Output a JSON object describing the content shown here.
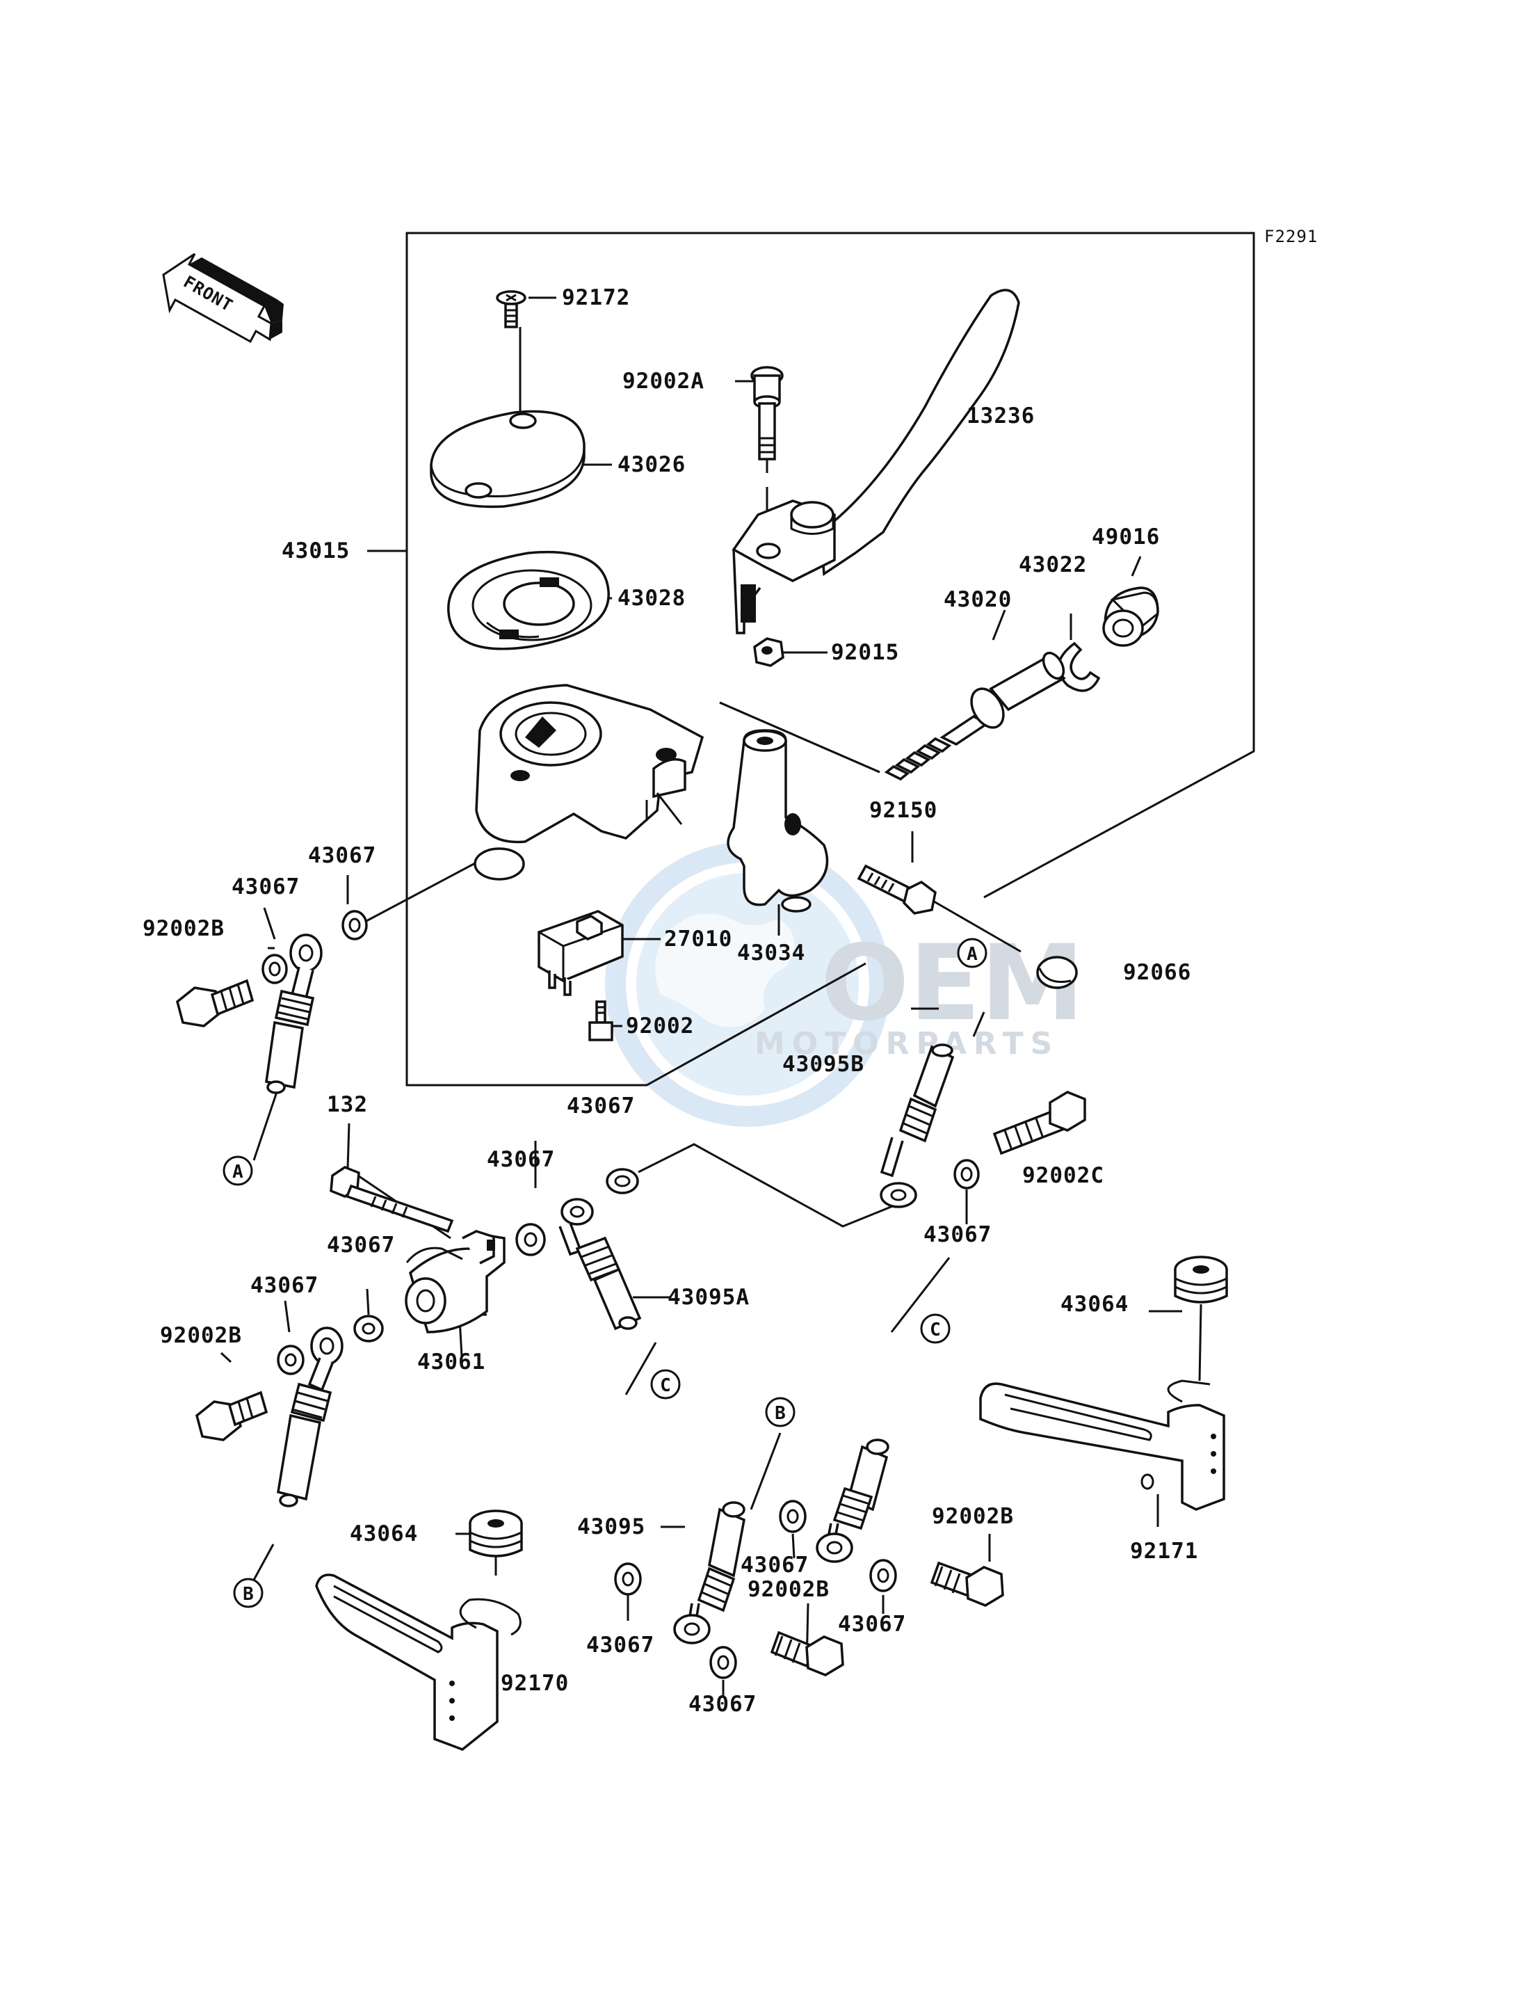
{
  "figure_code": "F2291",
  "front_label": "FRONT",
  "watermark": {
    "big": "OEM",
    "small": "MOTORPARTS"
  },
  "callouts": {
    "p92172": "92172",
    "p92002A": "92002A",
    "p13236": "13236",
    "p43026": "43026",
    "p43015": "43015",
    "p43028": "43028",
    "p49016": "49016",
    "p43022": "43022",
    "p43020": "43020",
    "p92015": "92015",
    "p92150": "92150",
    "p43067_a": "43067",
    "p43067_b": "43067",
    "p92002B_a": "92002B",
    "p27010": "27010",
    "p43034": "43034",
    "p92066": "92066",
    "p92002": "92002",
    "p43095B": "43095B",
    "p132": "132",
    "p43067_c": "43067",
    "p43067_d": "43067",
    "p92002C": "92002C",
    "p43067_e": "43067",
    "p43067_f": "43067",
    "p43067_g": "43067",
    "p43095A": "43095A",
    "p92002B_b": "92002B",
    "p43061": "43061",
    "p43064_a": "43064",
    "p43095": "43095",
    "p43067_h": "43067",
    "p92002B_c": "92002B",
    "p92002B_d": "92002B",
    "p43064_b": "43064",
    "p43067_i": "43067",
    "p43067_j": "43067",
    "p92170": "92170",
    "p43067_k": "43067",
    "p92171": "92171"
  },
  "connectors": {
    "a1": "A",
    "a2": "A",
    "b1": "B",
    "b2": "B",
    "c1": "C",
    "c2": "C"
  }
}
